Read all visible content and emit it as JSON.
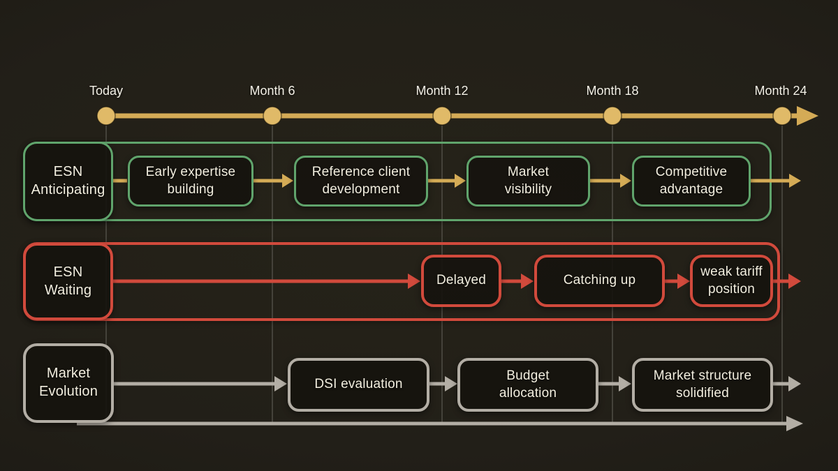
{
  "timeline": {
    "milestones": [
      "Today",
      "Month 6",
      "Month 12",
      "Month 18",
      "Month 24"
    ],
    "color": "#d9b05c"
  },
  "lanes": [
    {
      "name": "ESN Anticipating",
      "head": "ESN\nAnticipating",
      "color": "#60a46c",
      "boxes": [
        "Early expertise\nbuilding",
        "Reference client\ndevelopment",
        "Market\nvisibility",
        "Competitive\nadvantage"
      ]
    },
    {
      "name": "ESN Waiting",
      "head": "ESN\nWaiting",
      "color": "#d14a3c",
      "boxes": [
        "Delayed",
        "Catching up",
        "weak tariff\nposition"
      ]
    },
    {
      "name": "Market Evolution",
      "head": "Market\nEvolution",
      "color": "#b3aea5",
      "boxes": [
        "DSI evaluation",
        "Budget\nallocation",
        "Market structure\nsolidified"
      ]
    }
  ],
  "colors": {
    "background": "#1e1c16",
    "timeline_gold": "#d9b05c",
    "anticipating_green": "#60a46c",
    "waiting_red": "#d14a3c",
    "evolution_gray": "#b3aea5",
    "text": "#f2eedf",
    "gridline": "#55534b"
  }
}
